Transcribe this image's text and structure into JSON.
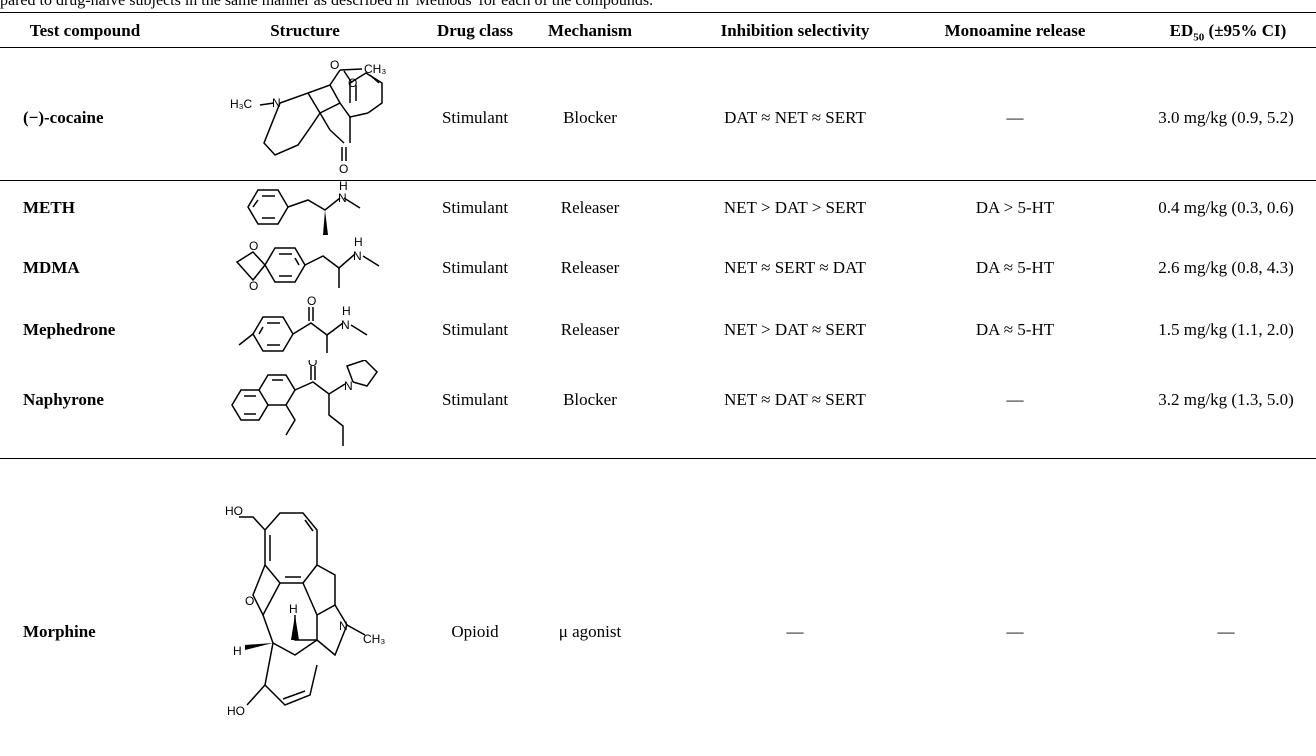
{
  "caption_fragment": "pared to drug-naïve subjects in the same manner as described in 'Methods' for each of the compounds.",
  "headers": {
    "compound": "Test compound",
    "structure": "Structure",
    "drug_class": "Drug class",
    "mechanism": "Mechanism",
    "selectivity": "Inhibition selectivity",
    "release": "Monoamine release",
    "ed50_prefix": "ED",
    "ed50_sub": "50",
    "ed50_suffix": " (±95% CI)"
  },
  "rows": [
    {
      "compound": "(−)-cocaine",
      "drug_class": "Stimulant",
      "mechanism": "Blocker",
      "selectivity": "DAT ≈ NET ≈ SERT",
      "release": "—",
      "ed50": "3.0 mg/kg (0.9, 5.2)"
    },
    {
      "compound": "METH",
      "drug_class": "Stimulant",
      "mechanism": "Releaser",
      "selectivity": "NET > DAT > SERT",
      "release": "DA > 5-HT",
      "ed50": "0.4 mg/kg (0.3, 0.6)"
    },
    {
      "compound": "MDMA",
      "drug_class": "Stimulant",
      "mechanism": "Releaser",
      "selectivity": "NET ≈ SERT ≈ DAT",
      "release": "DA ≈ 5-HT",
      "ed50": "2.6 mg/kg (0.8, 4.3)"
    },
    {
      "compound": "Mephedrone",
      "drug_class": "Stimulant",
      "mechanism": "Releaser",
      "selectivity": "NET > DAT ≈ SERT",
      "release": "DA ≈ 5-HT",
      "ed50": "1.5 mg/kg (1.1, 2.0)"
    },
    {
      "compound": "Naphyrone",
      "drug_class": "Stimulant",
      "mechanism": "Blocker",
      "selectivity": "NET ≈ DAT ≈ SERT",
      "release": "—",
      "ed50": "3.2 mg/kg (1.3, 5.0)"
    },
    {
      "compound": "Morphine",
      "drug_class": "Opioid",
      "mechanism": "μ agonist",
      "selectivity": "—",
      "release": "—",
      "ed50": "—"
    }
  ],
  "structure_labels": {
    "cocaine_n": "N",
    "cocaine_h3c": "H₃C",
    "cocaine_o1": "O",
    "cocaine_o2": "O",
    "cocaine_o3": "O",
    "cocaine_ch3": "CH₃",
    "amine_h": "H",
    "amine_n": "N",
    "mdma_o": "O",
    "keto_o": "O",
    "morph_ho": "HO",
    "morph_o": "O",
    "morph_h": "H",
    "morph_n": "N",
    "morph_ch3": "CH₃"
  }
}
